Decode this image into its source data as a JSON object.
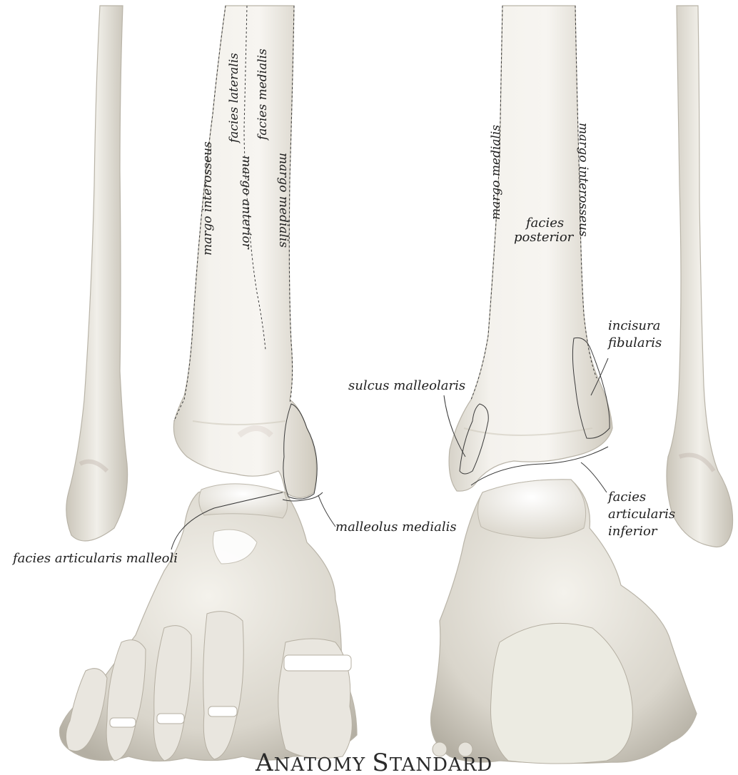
{
  "labels": {
    "margo_interosseus_left": "margo interosseus",
    "facies_lateralis": "facies lateralis",
    "facies_medialis": "facies medialis",
    "margo_anterior": "margo anterior",
    "margo_medialis_left": "margo medialis",
    "margo_medialis_right": "margo medialis",
    "margo_interosseus_right": "margo interosseus",
    "facies_posterior_line1": "facies",
    "facies_posterior_line2": "posterior",
    "incisura_line1": "incisura",
    "incisura_line2": "fibularis",
    "sulcus_malleolaris": "sulcus malleolaris",
    "malleolus_medialis": "malleolus medialis",
    "facies_articularis_malleoli": "facies articularis malleoli",
    "facies_art_inf_line1": "facies",
    "facies_art_inf_line2": "articularis",
    "facies_art_inf_line3": "inferior"
  },
  "watermark": {
    "first_initial": "A",
    "first_rest": "NATOMY",
    "second_initial": "S",
    "second_rest": "TANDARD"
  },
  "colors": {
    "bone_light": "#f3f1ec",
    "bone_shadow": "#c9c4b8",
    "cartilage": "#fbfbfb",
    "text": "#1e1e1e"
  }
}
